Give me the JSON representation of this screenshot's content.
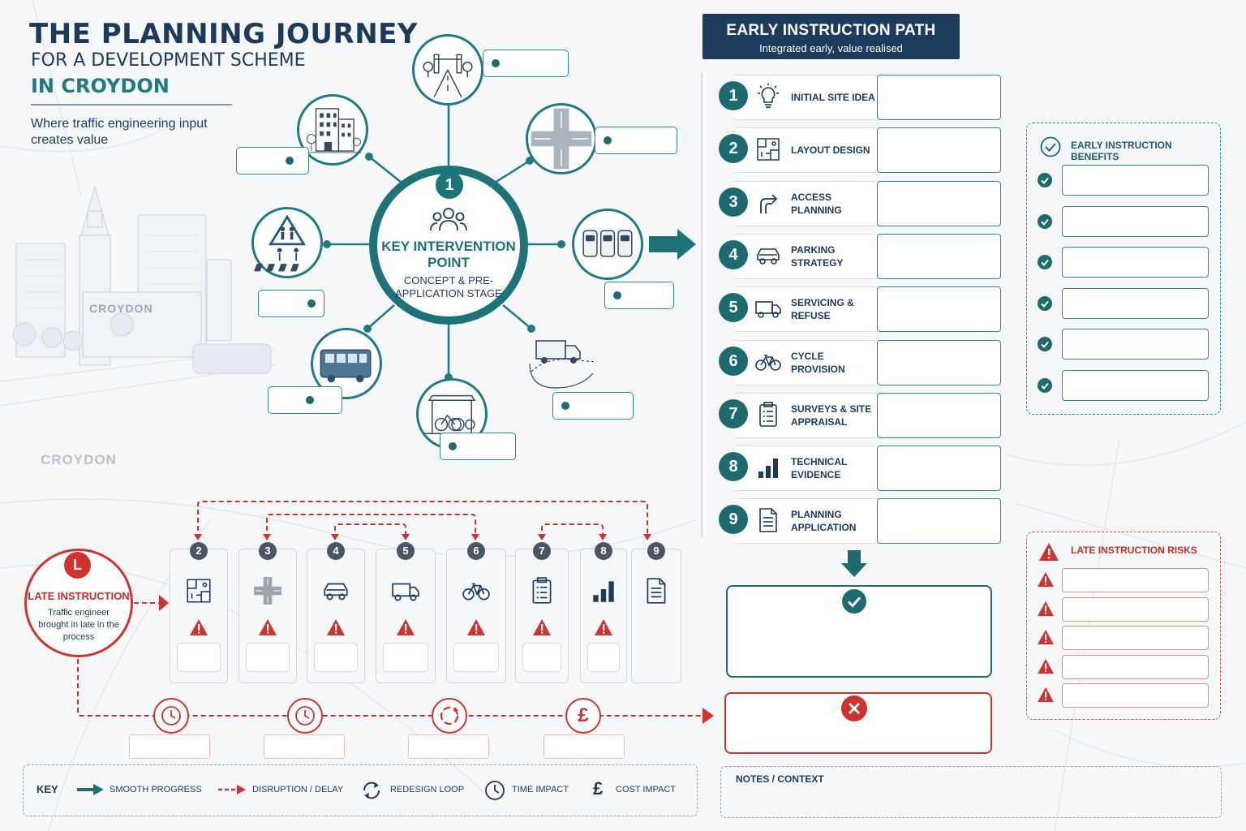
{
  "header": {
    "line1": "THE PLANNING JOURNEY",
    "line2": "FOR A DEVELOPMENT SCHEME",
    "line3": "IN CROYDON",
    "subtitle": "Where traffic engineering input creates value"
  },
  "illustration": {
    "building_sign": "CROYDON",
    "map_label": "CROYDON"
  },
  "hub": {
    "number": "1",
    "title": "KEY INTERVENTION POINT",
    "subtitle": "CONCEPT & PRE-APPLICATION STAGE",
    "nodes": [
      {
        "icon": "gateway-road-icon"
      },
      {
        "icon": "junction-icon"
      },
      {
        "icon": "parking-icon"
      },
      {
        "icon": "delivery-truck-icon"
      },
      {
        "icon": "bicycle-shelter-icon"
      },
      {
        "icon": "bus-icon"
      },
      {
        "icon": "pedestrian-crossing-icon"
      },
      {
        "icon": "building-icon"
      }
    ]
  },
  "early_path": {
    "title": "EARLY INSTRUCTION PATH",
    "subtitle": "Integrated early, value realised",
    "steps": [
      {
        "num": "1",
        "label": "INITIAL SITE IDEA",
        "icon": "lightbulb-icon"
      },
      {
        "num": "2",
        "label": "LAYOUT DESIGN",
        "icon": "layout-plan-icon"
      },
      {
        "num": "3",
        "label": "ACCESS PLANNING",
        "icon": "access-arrows-icon"
      },
      {
        "num": "4",
        "label": "PARKING STRATEGY",
        "icon": "car-icon"
      },
      {
        "num": "5",
        "label": "SERVICING & REFUSE",
        "icon": "truck-icon"
      },
      {
        "num": "6",
        "label": "CYCLE PROVISION",
        "icon": "bicycle-icon"
      },
      {
        "num": "7",
        "label": "SURVEYS & SITE APPRAISAL",
        "icon": "clipboard-icon"
      },
      {
        "num": "8",
        "label": "TECHNICAL EVIDENCE",
        "icon": "bar-chart-icon"
      },
      {
        "num": "9",
        "label": "PLANNING APPLICATION",
        "icon": "document-icon"
      }
    ]
  },
  "benefits": {
    "title": "EARLY INSTRUCTION BENEFITS",
    "count": 6
  },
  "risks": {
    "title": "LATE INSTRUCTION RISKS",
    "count": 5
  },
  "late": {
    "badge": "L",
    "title": "LATE INSTRUCTION",
    "subtitle": "Traffic engineer brought in late in the process",
    "columns": [
      {
        "num": "2",
        "icon": "layout-plan-icon"
      },
      {
        "num": "3",
        "icon": "junction-icon"
      },
      {
        "num": "4",
        "icon": "car-icon"
      },
      {
        "num": "5",
        "icon": "truck-icon"
      },
      {
        "num": "6",
        "icon": "bicycle-icon"
      },
      {
        "num": "7",
        "icon": "clipboard-icon"
      },
      {
        "num": "8",
        "icon": "bar-chart-icon"
      },
      {
        "num": "9",
        "icon": "document-icon"
      }
    ],
    "impacts": [
      {
        "icon": "clock-icon"
      },
      {
        "icon": "clock-icon"
      },
      {
        "icon": "redesign-loop-icon"
      },
      {
        "icon": "pound-icon",
        "symbol": "£"
      }
    ]
  },
  "key": {
    "title": "KEY",
    "smooth": "SMOOTH PROGRESS",
    "disruption": "DISRUPTION / DELAY",
    "redesign": "REDESIGN LOOP",
    "time": "TIME IMPACT",
    "cost": "COST IMPACT",
    "cost_symbol": "£"
  },
  "notes": {
    "title": "NOTES / CONTEXT"
  },
  "colors": {
    "teal": "#1e7376",
    "navy": "#1d3d5e",
    "red": "#d0322d"
  }
}
